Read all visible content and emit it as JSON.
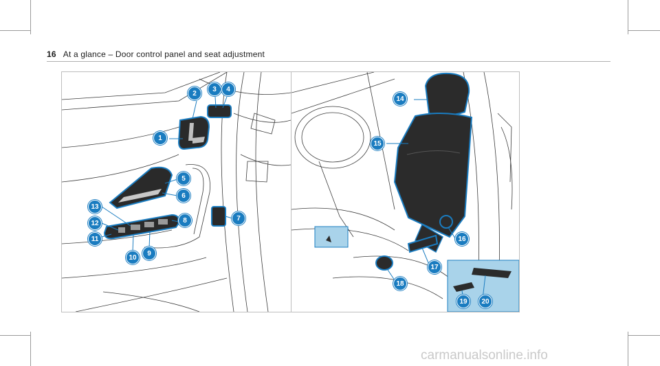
{
  "header": {
    "page_number": "16",
    "title": "At a glance – Door control panel and seat adjustment"
  },
  "callouts": {
    "c1": "1",
    "c2": "2",
    "c3": "3",
    "c4": "4",
    "c5": "5",
    "c6": "6",
    "c7": "7",
    "c8": "8",
    "c9": "9",
    "c10": "10",
    "c11": "11",
    "c12": "12",
    "c13": "13",
    "c14": "14",
    "c15": "15",
    "c16": "16",
    "c17": "17",
    "c18": "18",
    "c19": "19",
    "c20": "20"
  },
  "footer": {
    "watermark": "carmanualsonline.info"
  },
  "colors": {
    "accent": "#1a7cc0",
    "highlight": "#a9d3ea",
    "line": "#3a3a3a"
  }
}
